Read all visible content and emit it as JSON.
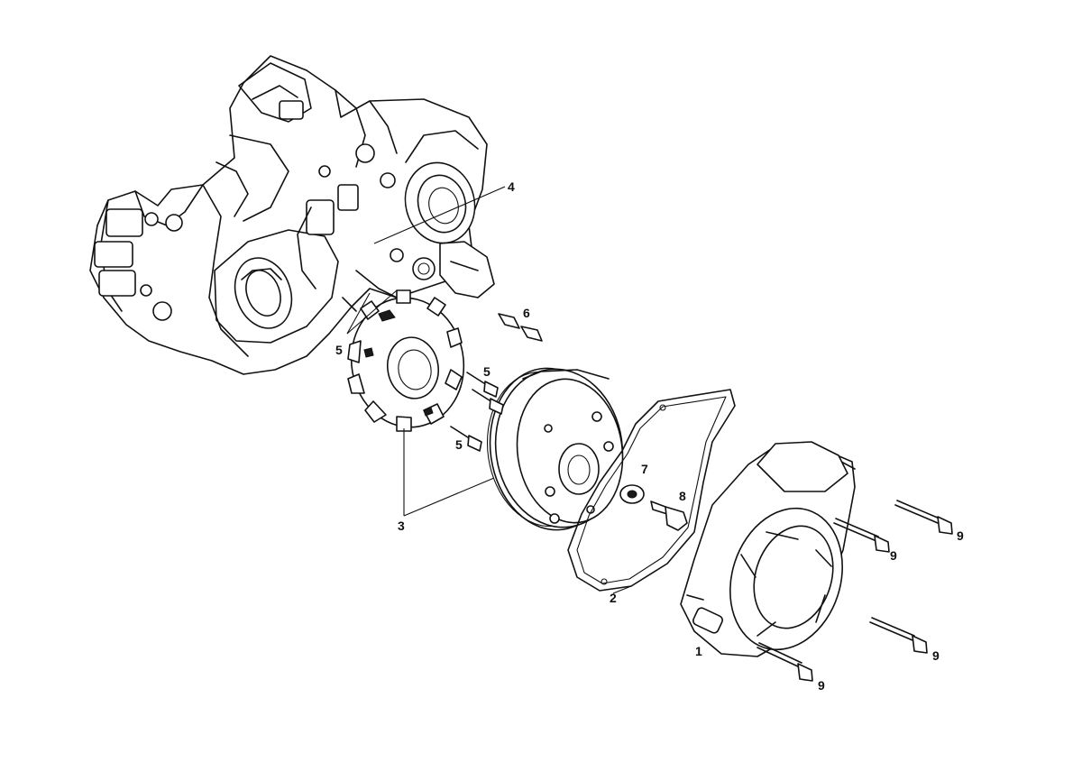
{
  "callouts": {
    "c1": "1",
    "c2": "2",
    "c3": "3",
    "c4": "4",
    "c5a": "5",
    "c5b": "5",
    "c5c": "5",
    "c6": "6",
    "c7": "7",
    "c8": "8",
    "c9a": "9",
    "c9b": "9",
    "c9c": "9",
    "c9d": "9"
  }
}
